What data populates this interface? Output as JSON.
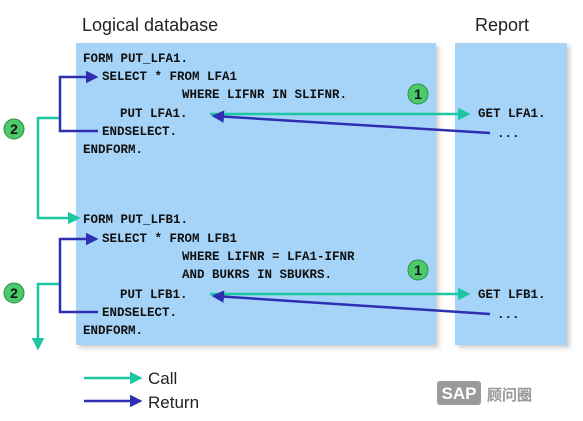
{
  "headers": {
    "left": "Logical database",
    "right": "Report"
  },
  "code_block_1": [
    "FORM PUT_LFA1.",
    "SELECT * FROM LFA1",
    "WHERE LIFNR IN SLIFNR.",
    "PUT LFA1.",
    "ENDSELECT.",
    "ENDFORM."
  ],
  "code_block_2": [
    "FORM PUT_LFB1.",
    "SELECT * FROM LFB1",
    "WHERE LIFNR = LFA1-IFNR",
    "AND BUKRS IN SBUKRS.",
    "PUT LFB1.",
    "ENDSELECT.",
    "ENDFORM."
  ],
  "report_1": [
    "GET LFA1.",
    "..."
  ],
  "report_2": [
    "GET LFB1.",
    "..."
  ],
  "badges": {
    "one": "1",
    "two": "2"
  },
  "legend": {
    "call": "Call",
    "return": "Return"
  },
  "watermark": {
    "brand": "SAP",
    "text": "顾问圈"
  },
  "colors": {
    "panel": "#a6d4f8",
    "call_arrow": "#1cc7a1",
    "return_arrow": "#2d2fb0",
    "badge": "#4cc96a"
  }
}
